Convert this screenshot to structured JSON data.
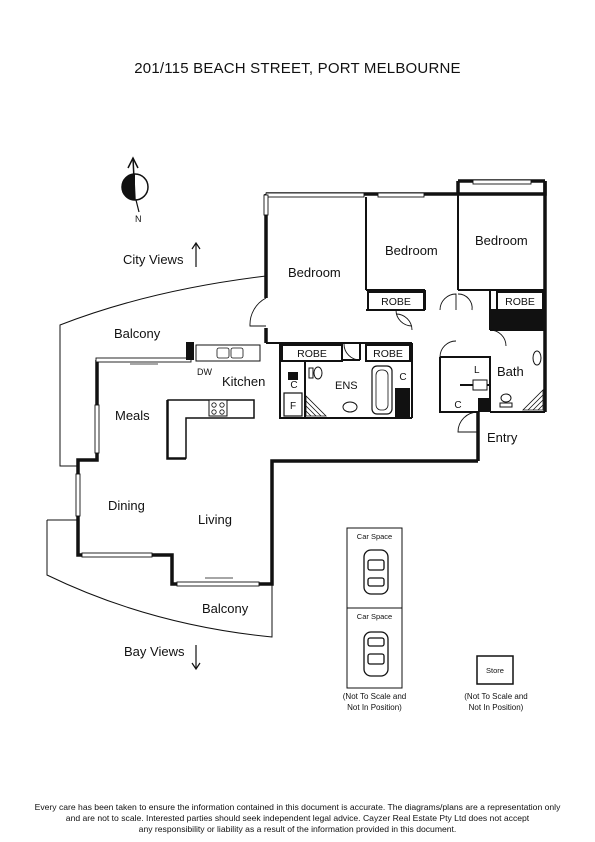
{
  "title": "201/115 BEACH STREET, PORT MELBOURNE",
  "compass": {
    "north_label": "N"
  },
  "views": {
    "city": "City Views",
    "bay": "Bay Views"
  },
  "rooms": {
    "bedroom_1": "Bedroom",
    "bedroom_2": "Bedroom",
    "bedroom_3": "Bedroom",
    "robe_1": "ROBE",
    "robe_2": "ROBE",
    "robe_3": "ROBE",
    "robe_4": "ROBE",
    "balcony_top": "Balcony",
    "balcony_bottom": "Balcony",
    "dw": "DW",
    "kitchen": "Kitchen",
    "meals": "Meals",
    "dining": "Dining",
    "living": "Living",
    "ens": "ENS",
    "c1": "C",
    "c2": "C",
    "c3": "C",
    "f": "F",
    "l": "L",
    "bath": "Bath",
    "entry": "Entry"
  },
  "car_space": {
    "label_1": "Car Space",
    "label_2": "Car Space",
    "note_1": "(Not To Scale and",
    "note_2": "Not In Position)"
  },
  "store": {
    "label": "Store",
    "note_1": "(Not To Scale and",
    "note_2": "Not In Position)"
  },
  "disclaimer": {
    "line1": "Every care has been taken to ensure the information contained in this document is accurate. The diagrams/plans are a representation only",
    "line2": "and are not to scale. Interested parties should seek independent legal advice. Cayzer Real Estate Pty Ltd does not accept",
    "line3": "any responsibility or liability as a result of the information provided in this document."
  }
}
